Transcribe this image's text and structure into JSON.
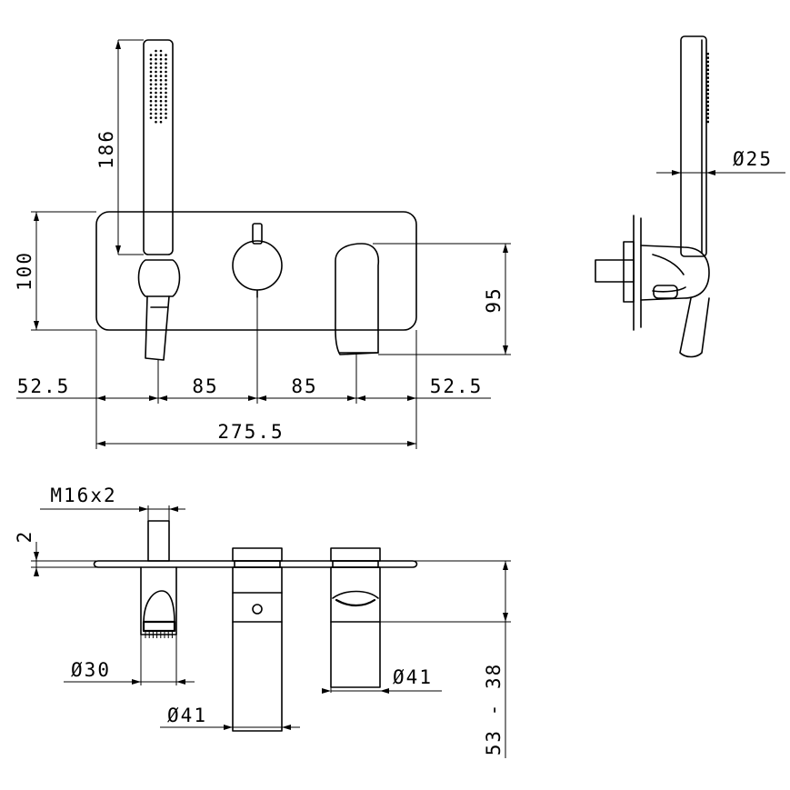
{
  "dimensions": {
    "handshower_length": "186",
    "plate_height": "100",
    "spout_height": "95",
    "left_margin": "52.5",
    "spacing_left": "85",
    "spacing_right": "85",
    "right_margin": "52.5",
    "overall_width": "275.5",
    "handshower_diameter": "Ø25",
    "thread": "M16x2",
    "plate_thickness": "2",
    "holder_diameter": "Ø30",
    "handle_diameter": "Ø41",
    "spout_diameter": "Ø41",
    "wall_depth_range": "53 - 38"
  },
  "colors": {
    "line": "#000000",
    "background": "#ffffff"
  }
}
